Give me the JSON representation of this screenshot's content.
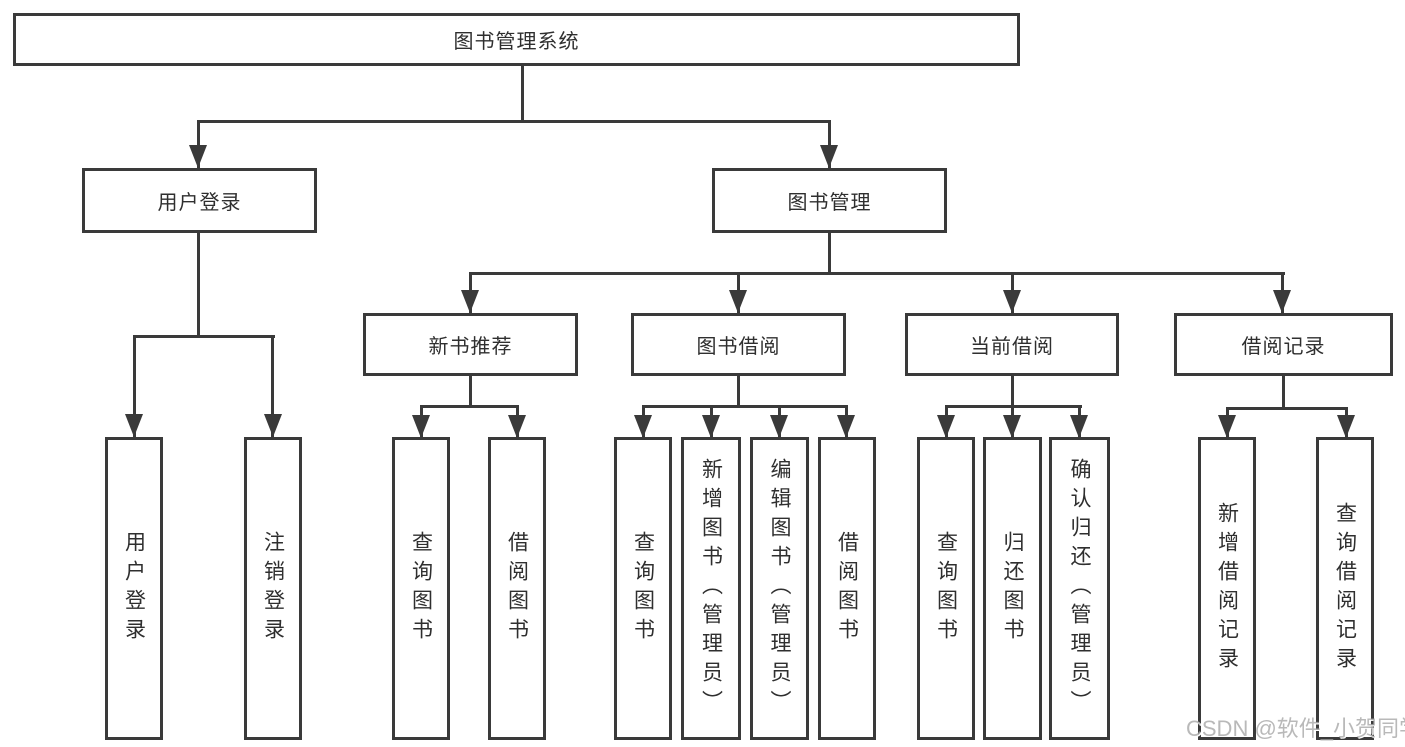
{
  "tree": {
    "root": {
      "label": "图书管理系统"
    },
    "branches": [
      {
        "label": "用户登录",
        "leaves": [
          {
            "label": "用户登录"
          },
          {
            "label": "注销登录"
          }
        ]
      },
      {
        "label": "图书管理",
        "groups": [
          {
            "label": "新书推荐",
            "leaves": [
              {
                "label": "查询图书"
              },
              {
                "label": "借阅图书"
              }
            ]
          },
          {
            "label": "图书借阅",
            "leaves": [
              {
                "label": "查询图书"
              },
              {
                "label": "新增图书（管理员）"
              },
              {
                "label": "编辑图书（管理员）"
              },
              {
                "label": "借阅图书"
              }
            ]
          },
          {
            "label": "当前借阅",
            "leaves": [
              {
                "label": "查询图书"
              },
              {
                "label": "归还图书"
              },
              {
                "label": "确认归还（管理员）"
              }
            ]
          },
          {
            "label": "借阅记录",
            "leaves": [
              {
                "label": "新增借阅记录"
              },
              {
                "label": "查询借阅记录"
              }
            ]
          }
        ]
      }
    ]
  },
  "watermark": {
    "text": "CSDN @软件_小贺同学"
  },
  "colors": {
    "line": "#3a3a3a",
    "text": "#2f2f2f",
    "background": "#ffffff",
    "watermark": "#a8a8a8"
  }
}
